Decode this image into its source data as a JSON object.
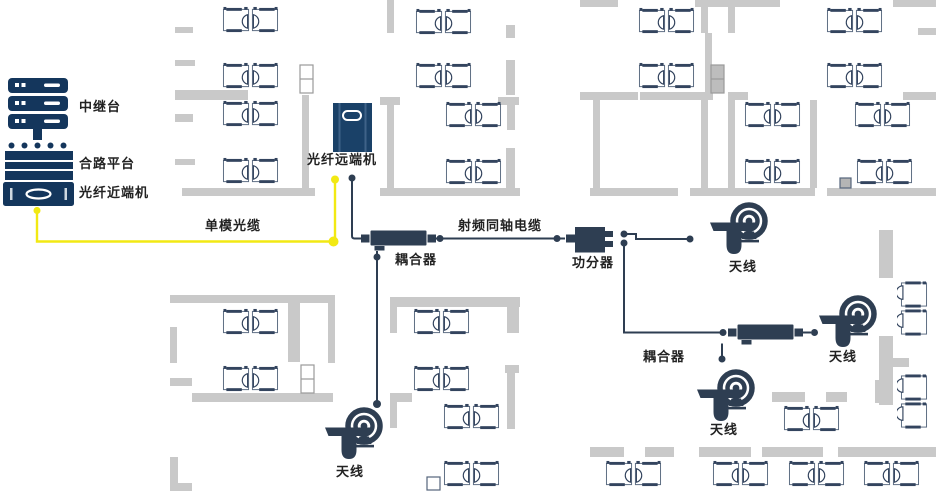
{
  "colors": {
    "background": "#ffffff",
    "wall_gray": "#c9c9c9",
    "equipment_navy": "#14365c",
    "device_slate": "#2e3e52",
    "cable_yellow": "#f2e913",
    "label_text": "#222222"
  },
  "diagram": {
    "equipment": [
      {
        "name": "repeater",
        "label": "中继台",
        "icon": "server-stack-icon"
      },
      {
        "name": "combiner-platform",
        "label": "合路平台",
        "icon": "combiner-icon"
      },
      {
        "name": "fiber-near-end-unit",
        "label": "光纤近端机",
        "icon": "near-end-unit-icon"
      },
      {
        "name": "fiber-remote-unit",
        "label": "光纤远端机",
        "icon": "equipment-cabinet-icon"
      },
      {
        "name": "coupler-1",
        "label": "耦合器",
        "icon": "coupler-icon"
      },
      {
        "name": "power-divider",
        "label": "功分器",
        "icon": "power-divider-icon"
      },
      {
        "name": "antenna-top-right",
        "label": "天线",
        "icon": "ceiling-antenna-icon"
      },
      {
        "name": "coupler-2",
        "label": "耦合器",
        "icon": "coupler-icon"
      },
      {
        "name": "antenna-right",
        "label": "天线",
        "icon": "ceiling-antenna-icon"
      },
      {
        "name": "antenna-middle",
        "label": "天线",
        "icon": "ceiling-antenna-icon"
      },
      {
        "name": "antenna-bottom",
        "label": "天线",
        "icon": "ceiling-antenna-icon"
      }
    ],
    "cables": [
      {
        "name": "single-mode-fiber",
        "label": "单模光缆",
        "color": "#f2e913"
      },
      {
        "name": "rf-coaxial-cable",
        "label": "射频同轴电缆",
        "color": "#2e3e52"
      }
    ]
  }
}
